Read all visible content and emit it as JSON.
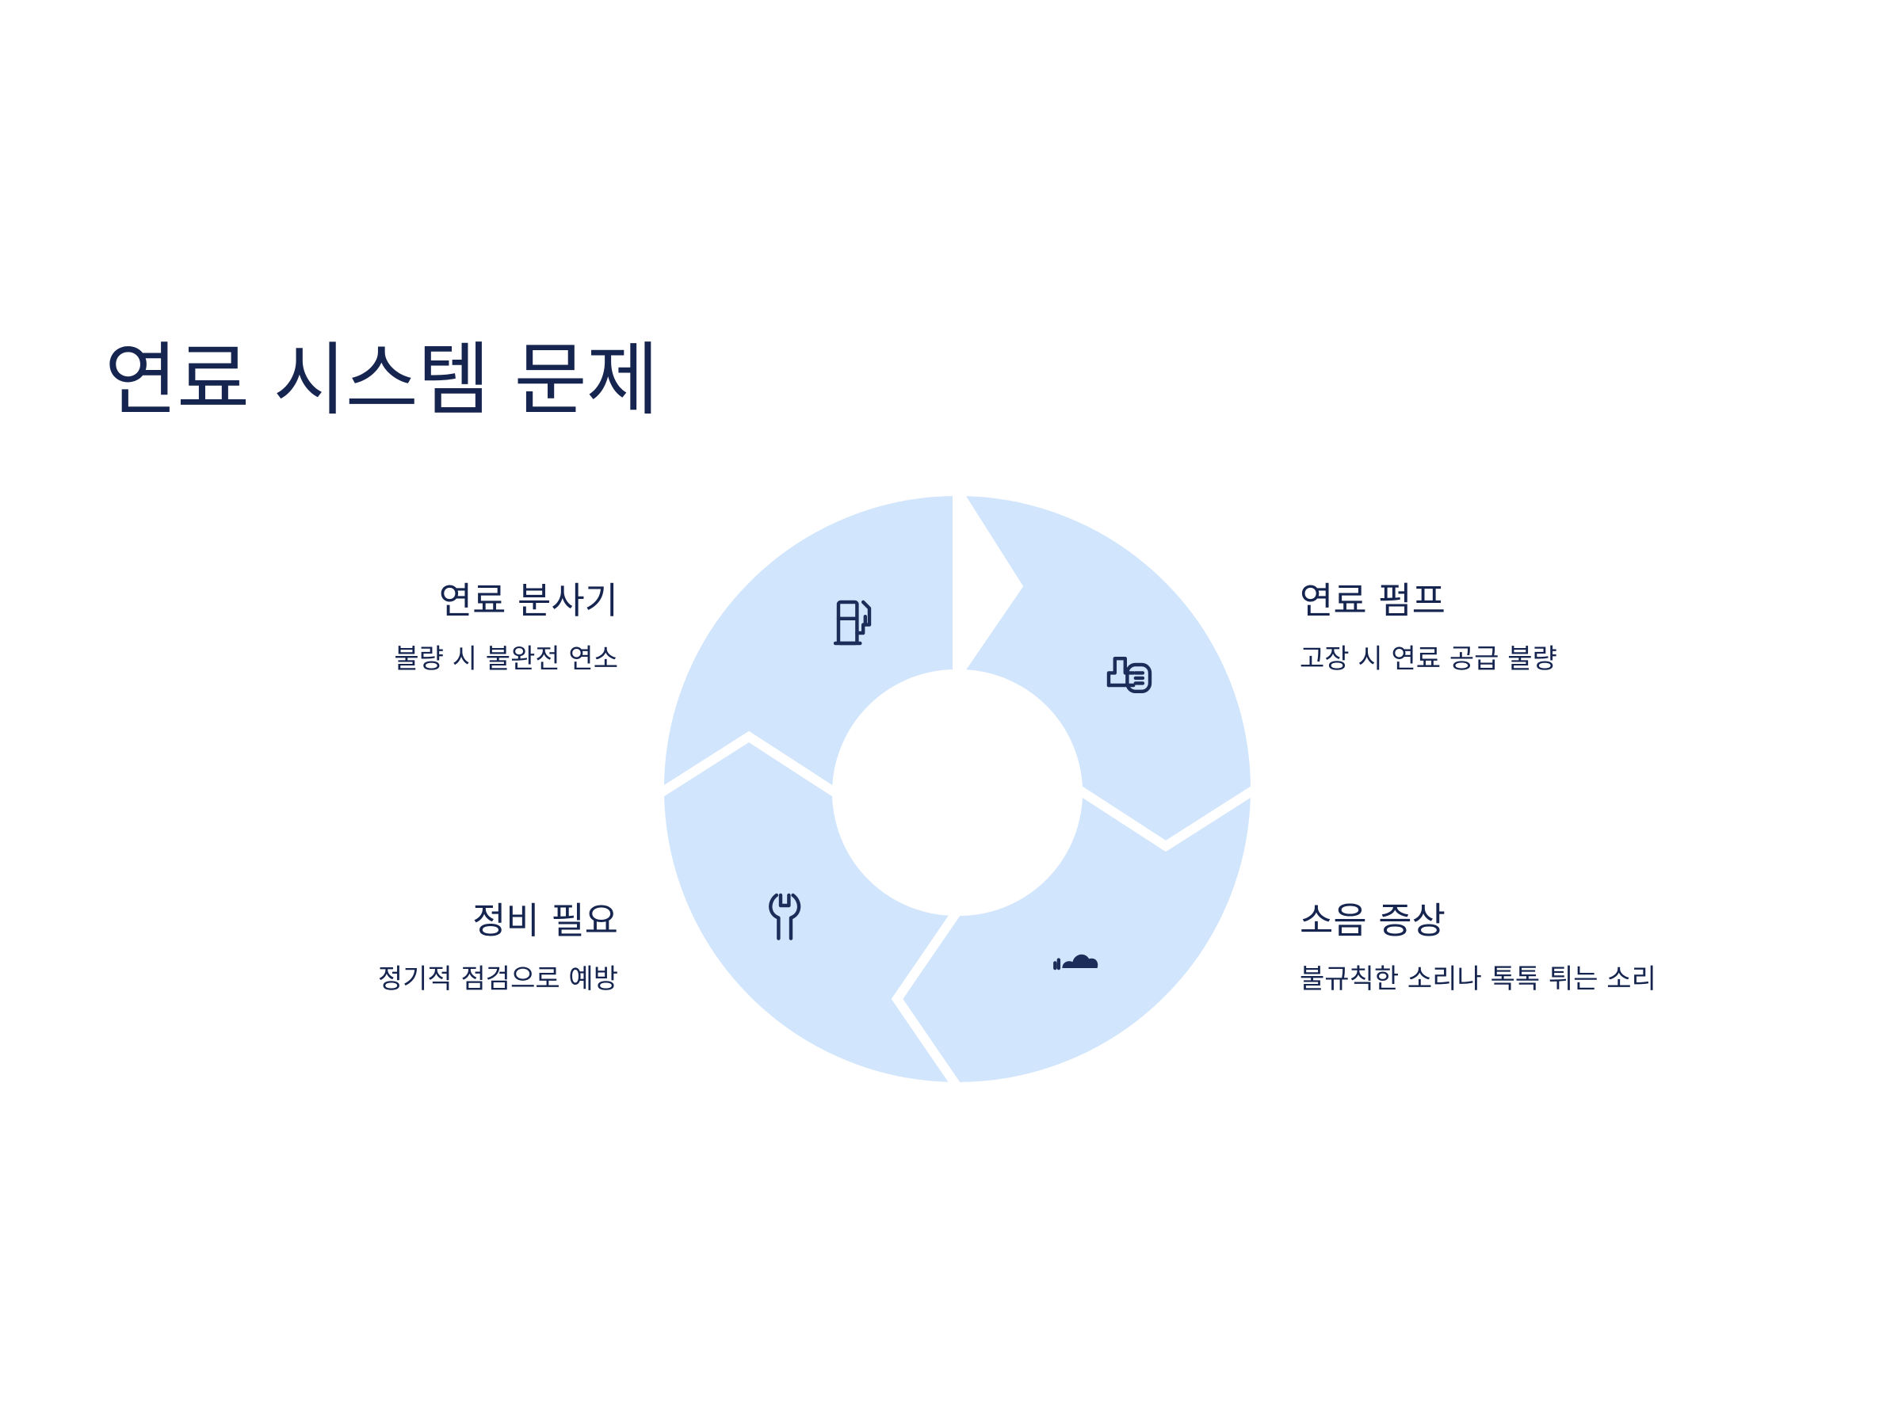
{
  "title": "연료 시스템 문제",
  "segments": [
    {
      "icon": "fuel-pump-icon",
      "title": "연료 분사기",
      "description": "불량 시 불완전 연소"
    },
    {
      "icon": "factory-icon",
      "title": "연료 펌프",
      "description": "고장 시 연료 공급 불량"
    },
    {
      "icon": "cloud-icon",
      "title": "소음 증상",
      "description": "불규칙한 소리나 톡톡 튀는 소리"
    },
    {
      "icon": "wrench-icon",
      "title": "정비 필요",
      "description": "정기적 점검으로 예방"
    }
  ],
  "colors": {
    "segment_fill": "#d1e5fc",
    "text": "#16254f",
    "background": "#ffffff"
  }
}
